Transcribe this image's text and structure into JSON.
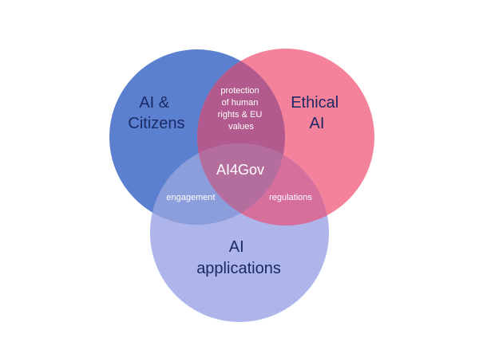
{
  "diagram": {
    "circles": {
      "citizens": {
        "label_lines": [
          "AI &",
          "Citizens"
        ],
        "fill": "#5B80CF",
        "text_color": "#1B2A66"
      },
      "ethical": {
        "label_lines": [
          "Ethical",
          "AI"
        ],
        "fill": "#F3829A",
        "text_color": "#1B2A66"
      },
      "applications": {
        "label_lines": [
          "AI",
          "applications"
        ],
        "fill": "#AEB5EA",
        "text_color": "#1B2A66"
      }
    },
    "overlaps": {
      "citizens_ethical": {
        "label_lines": [
          "protection",
          "of human",
          "rights & EU",
          "values"
        ],
        "fill": "#B25A8E"
      },
      "citizens_applications": {
        "label": "engagement",
        "fill": "#8B9DDB"
      },
      "ethical_applications": {
        "label": "regulations",
        "fill": "#D66F9C"
      },
      "center": {
        "label": "AI4Gov",
        "fill": "#B46E9E"
      }
    },
    "overlap_text_color": "#FFFFFF"
  }
}
